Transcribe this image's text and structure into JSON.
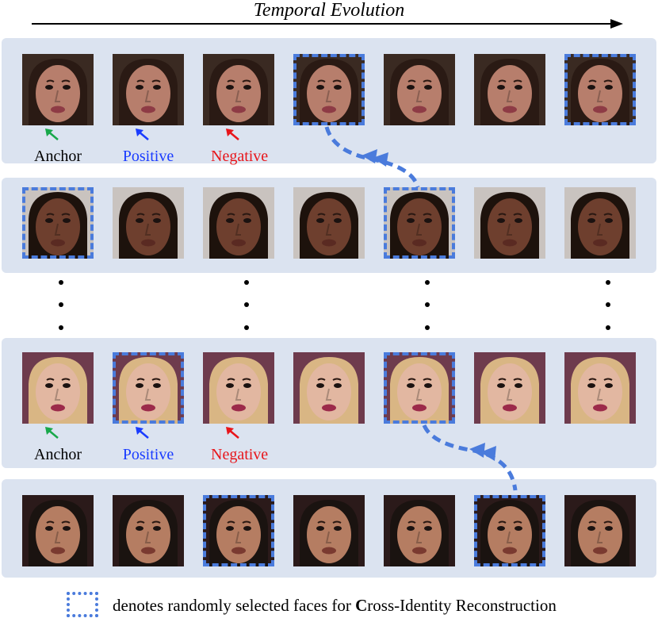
{
  "title": "Temporal Evolution",
  "rows": [
    {
      "id": "row1",
      "selected": [
        3,
        6
      ],
      "labels": [
        "Anchor",
        "Positive",
        "Negative"
      ],
      "skin": "#b77e6c",
      "hair": "#2a1a14",
      "bg": "#3a2a22",
      "lip": "#8e3b45"
    },
    {
      "id": "row2",
      "selected": [
        0,
        4
      ],
      "labels": [],
      "skin": "#6e3f2e",
      "hair": "#1d120c",
      "bg": "#c9c3bf",
      "lip": "#5a2a22"
    },
    {
      "id": "row3",
      "selected": [
        1,
        4
      ],
      "labels": [
        "Anchor",
        "Positive",
        "Negative"
      ],
      "skin": "#e2b7a1",
      "hair": "#d9b684",
      "bg": "#6e3b4d",
      "lip": "#9c2a4a"
    },
    {
      "id": "row4",
      "selected": [
        2,
        5
      ],
      "labels": [],
      "skin": "#b57d62",
      "hair": "#1a1310",
      "bg": "#2b1a1a",
      "lip": "#7a3a30"
    }
  ],
  "label_colors": {
    "Anchor": "#000000",
    "Positive": "#1a3cff",
    "Negative": "#e8151a"
  },
  "arrow_colors": {
    "Anchor": "#18a84a",
    "Positive": "#1a3cff",
    "Negative": "#e8151a"
  },
  "accent": "#4a7bdc",
  "legend": {
    "prefix": "denotes randomly selected faces for ",
    "bold": "C",
    "suffix": "ross-Identity Reconstruction"
  }
}
